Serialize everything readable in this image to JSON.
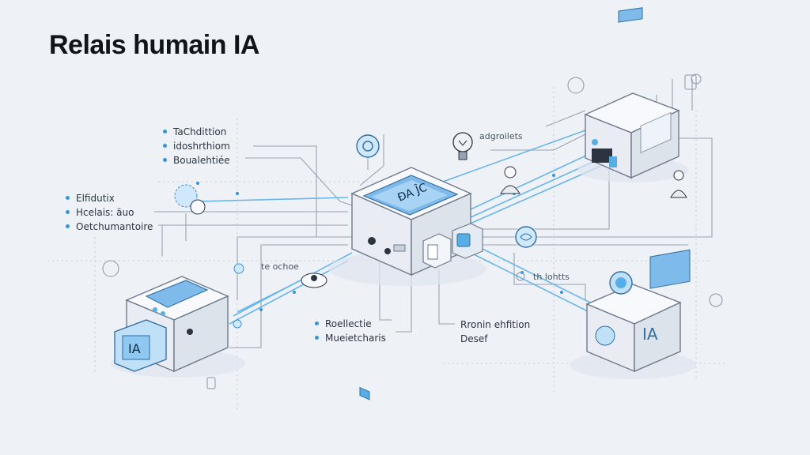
{
  "header": {
    "title": "Relais humain IA"
  },
  "labels": {
    "top_group": [
      "TaChdittion",
      "idoshrthiom",
      "Boualehtiée"
    ],
    "left_group": [
      "Elfidutix",
      "Hcelais: äuo",
      "Oetchumantoire"
    ],
    "center_bottom": [
      "Roellectie",
      "Mueietcharis"
    ],
    "right_bottom": [
      "Rronin ehfition",
      "Desef"
    ],
    "float_top_right": "adgroilets",
    "float_center": "te ochoe",
    "float_right_mid": "th lohtts"
  },
  "screens": {
    "central": "ĐA ĴC",
    "left_tag": "IA",
    "right_tag": "IA"
  },
  "colors": {
    "accent": "#3a93d6",
    "device_body": "#f5f7fb",
    "device_stroke": "#7a8596",
    "screen": "#8fc3ec",
    "connector": "#57aee6",
    "line": "#a8b0bd"
  }
}
